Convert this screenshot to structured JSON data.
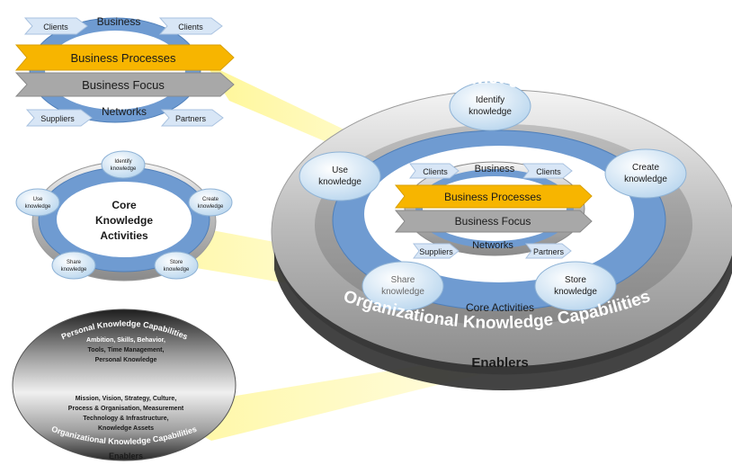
{
  "top_left_model": {
    "business": "Business",
    "clients_left": "Clients",
    "clients_right": "Clients",
    "business_processes": "Business Processes",
    "business_focus": "Business Focus",
    "networks": "Networks",
    "suppliers": "Suppliers",
    "partners": "Partners"
  },
  "core_ring": {
    "title_line1": "Core",
    "title_line2": "Knowledge",
    "title_line3": "Activities",
    "identify": [
      "Identify",
      "knowledge"
    ],
    "create": [
      "Create",
      "knowledge"
    ],
    "store": [
      "Store",
      "knowledge"
    ],
    "share": [
      "Share",
      "knowledge"
    ],
    "use": [
      "Use",
      "knowledge"
    ]
  },
  "enablers_oval": {
    "personal_title": "Personal Knowledge Capabilities",
    "personal_items": [
      "Ambition, Skills, Behavior,",
      "Tools, Time Management,",
      "Personal Knowledge"
    ],
    "org_items": [
      "Mission, Vision, Strategy, Culture,",
      "Process & Organisation, Measurement",
      "Technology & Infrastructure,",
      "Knowledge Assets"
    ],
    "org_title": "Organizational Knowledge Capabilities",
    "enablers": "Enablers"
  },
  "main_model": {
    "personal_title": "Personal Knowledge Capabilities",
    "org_title": "Organizational Knowledge Capabilities",
    "enablers": "Enablers",
    "core_activities": "Core Activities",
    "identify": [
      "Identify",
      "knowledge"
    ],
    "create": [
      "Create",
      "knowledge"
    ],
    "store": [
      "Store",
      "knowledge"
    ],
    "share": [
      "Share",
      "knowledge"
    ],
    "use": [
      "Use",
      "knowledge"
    ],
    "business": "Business",
    "clients_left": "Clients",
    "clients_right": "Clients",
    "business_processes": "Business Processes",
    "business_focus": "Business Focus",
    "networks": "Networks",
    "suppliers": "Suppliers",
    "partners": "Partners"
  },
  "colors": {
    "ring_blue": "#6f9bd1",
    "processes_orange": "#f7b500",
    "focus_gray": "#a8a8a8",
    "arrow_light": "#d8e6f6",
    "bubble": "#cfe3f4",
    "dark_band": "#3a3a3a",
    "highlight_yellow": "#fff56a"
  }
}
